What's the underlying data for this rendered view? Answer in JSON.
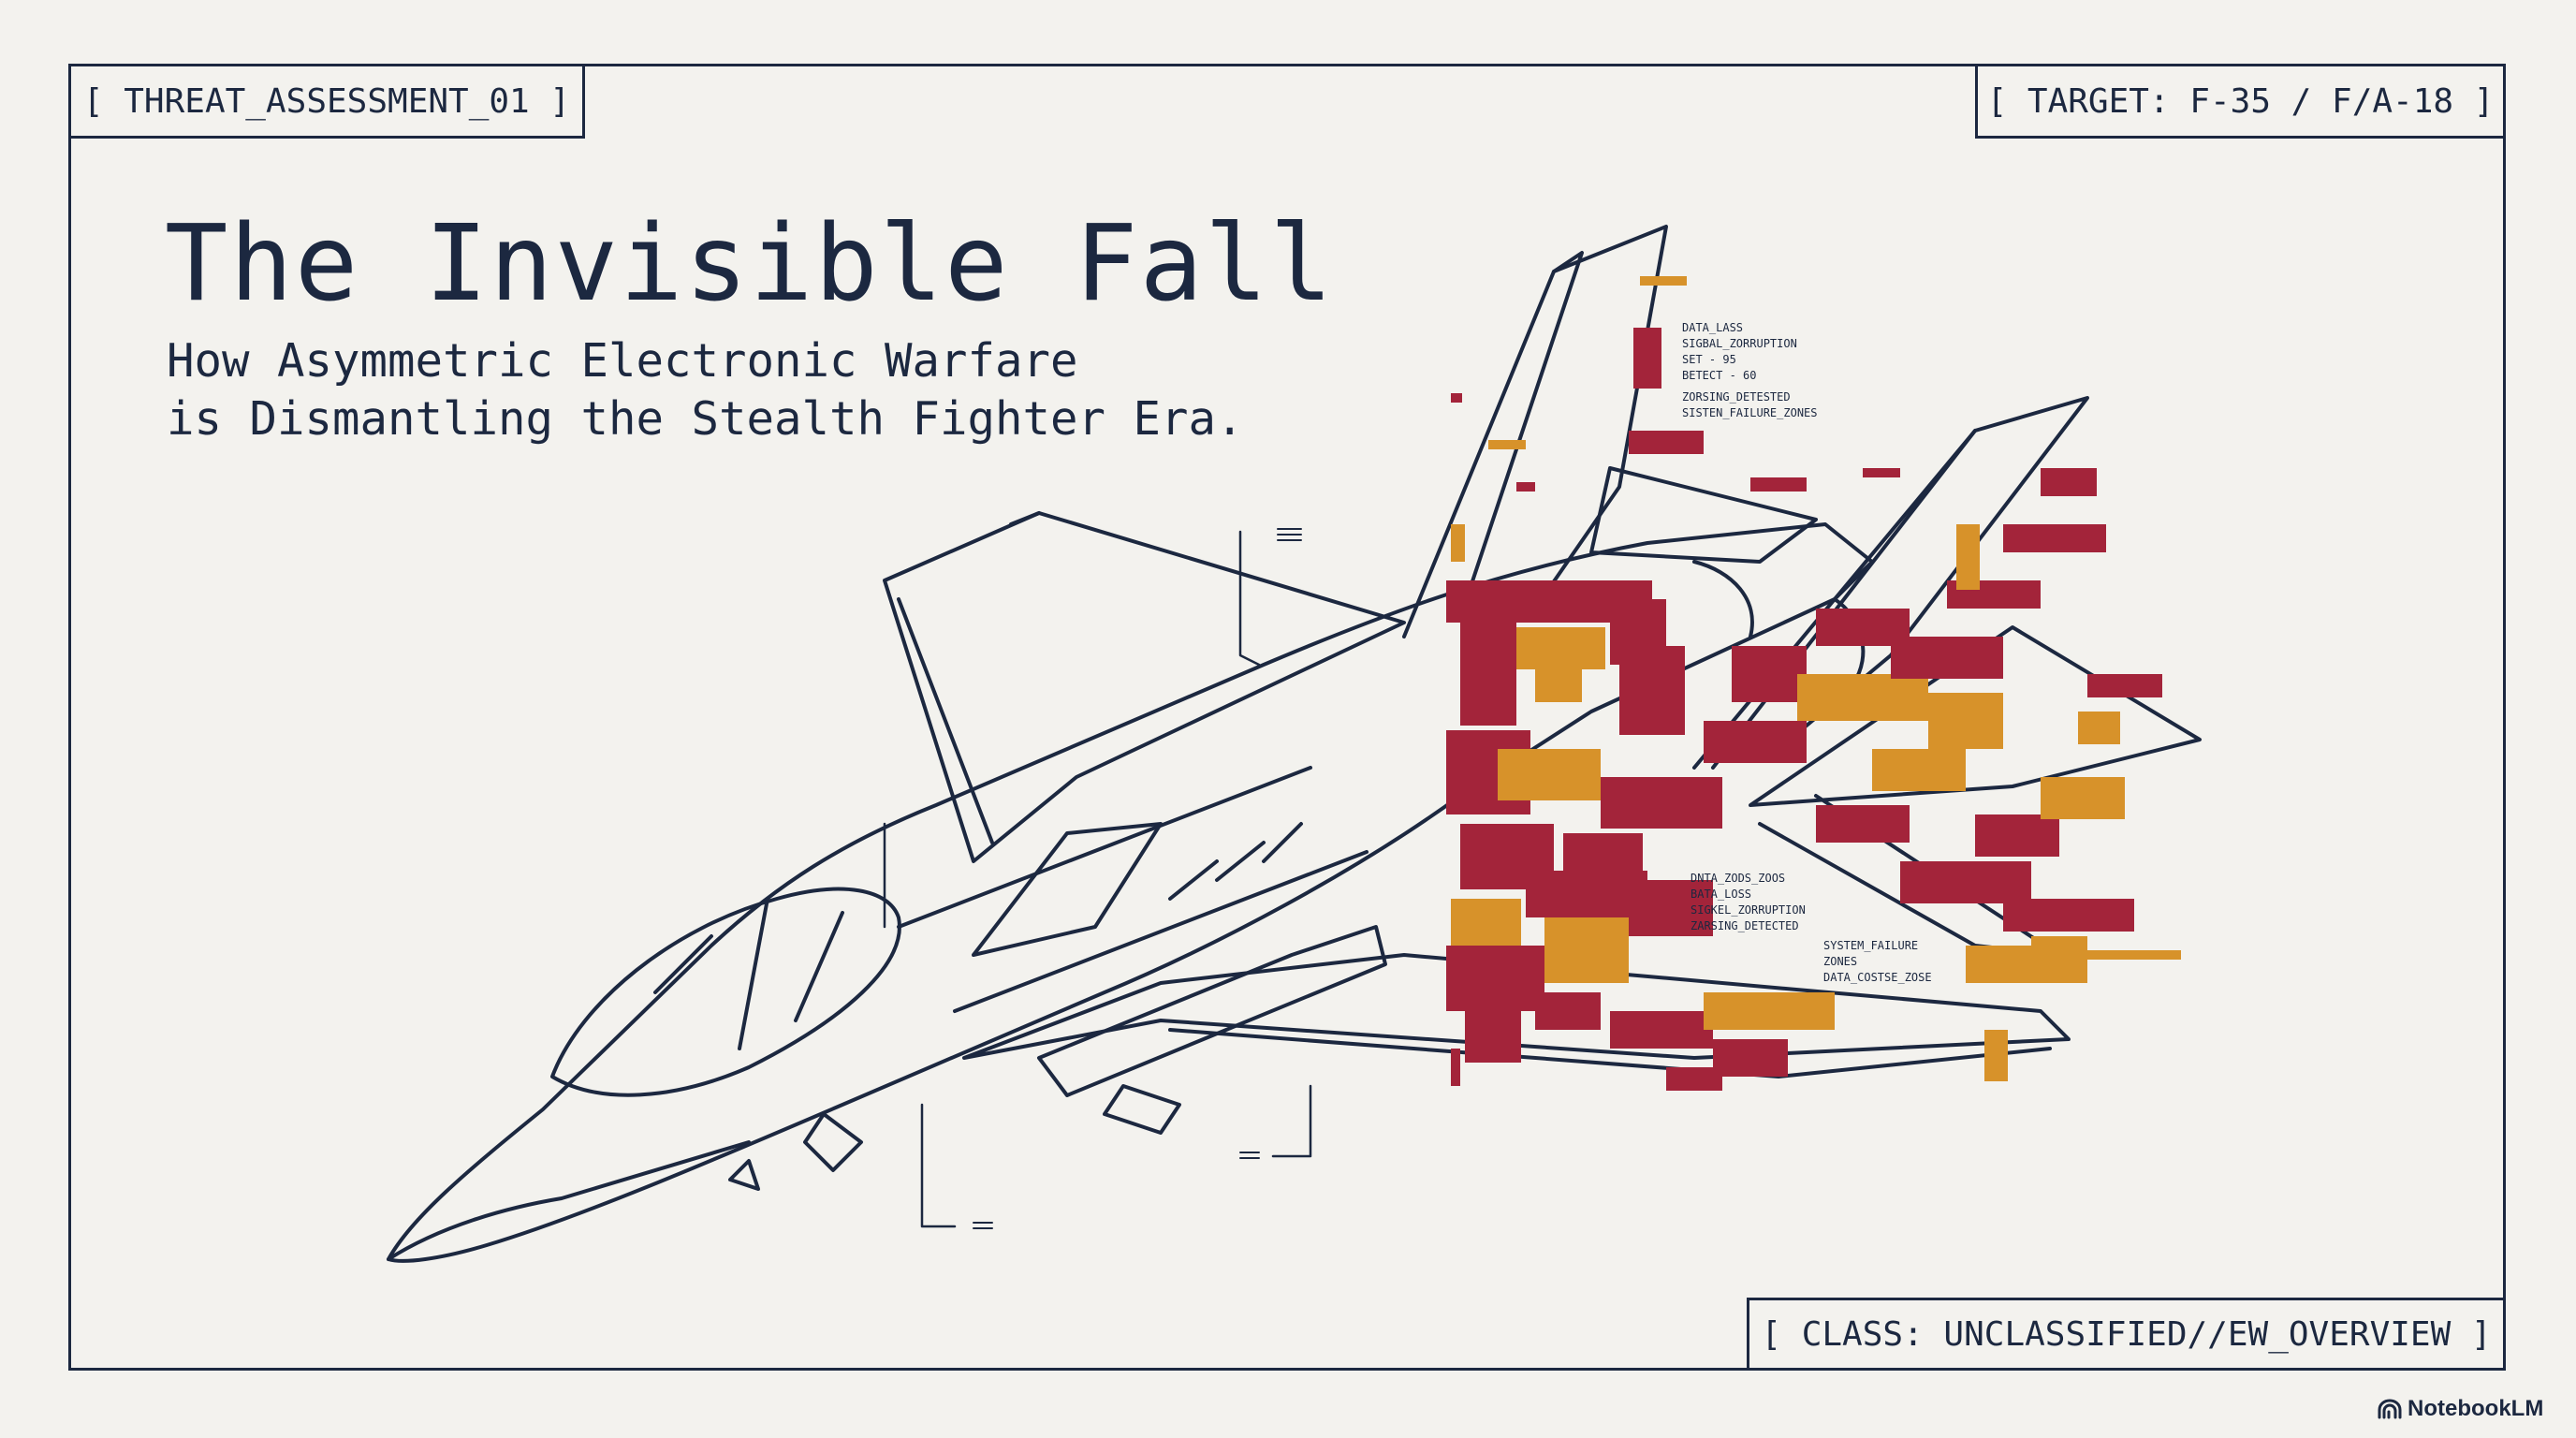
{
  "labels": {
    "top_left": "[ THREAT_ASSESSMENT_01 ]",
    "top_right": "[ TARGET: F-35 / F/A-18 ]",
    "bottom_right": "[ CLASS: UNCLASSIFIED//EW_OVERVIEW ]"
  },
  "title": "The Invisible Fall",
  "subtitle": {
    "line1": "How Asymmetric Electronic Warfare",
    "line2": "is Dismantling the Stealth Fighter Era."
  },
  "illustration": {
    "glitch_text_upper": [
      "DATA_LASS",
      "SIGBAL_ZORRUPTION",
      "SET - 95",
      "BETECT - 60",
      "ZORSING_DETESTED",
      "SISTEN_FAILURE_ZONES"
    ],
    "glitch_text_lower": [
      "DNTA_ZODS_ZOOS",
      "BATA_LOSS",
      "SIGKEL_ZORRUPTION",
      "ZARSING_DETECTED"
    ],
    "glitch_text_right": [
      "SYSTEM_FAILURE",
      "ZONES",
      "DATA_COSTSE_ZOSE"
    ],
    "colors": {
      "line": "#1c2840",
      "crimson": "#a3243a",
      "amber": "#d7922a",
      "background": "#f3f2ee"
    }
  },
  "brand": {
    "name": "NotebookLM",
    "icon": "notebooklm-logo-icon"
  }
}
